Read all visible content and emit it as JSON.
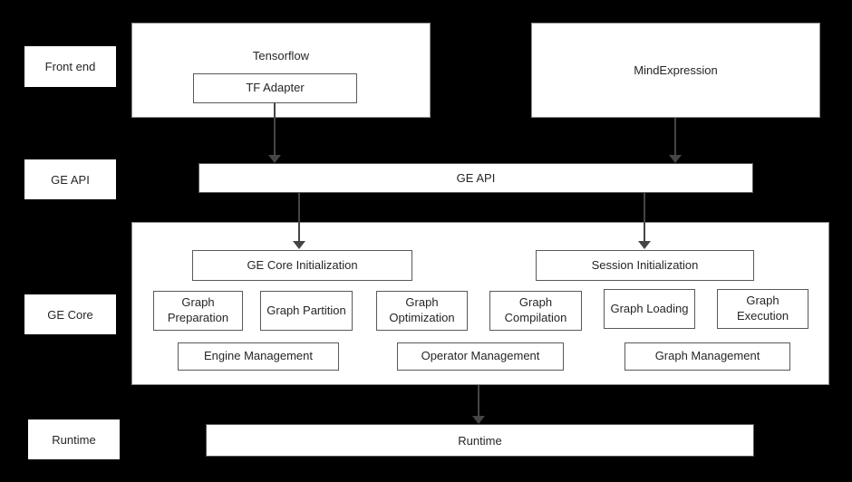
{
  "colors": {
    "background": "#000000",
    "box_fill": "#ffffff",
    "inner_border": "#595959",
    "text": "#262626",
    "arrow": "#454545"
  },
  "side_labels": {
    "front_end": "Front end",
    "ge_api": "GE API",
    "ge_core": "GE Core",
    "runtime": "Runtime"
  },
  "front_end": {
    "tensorflow_title": "Tensorflow",
    "tf_adapter": "TF Adapter",
    "mind_expression": "MindExpression"
  },
  "ge_api": {
    "label": "GE API"
  },
  "ge_core": {
    "initialization": [
      "GE Core Initialization",
      "Session Initialization"
    ],
    "modules": [
      "Graph Preparation",
      "Graph Partition",
      "Graph Optimization",
      "Graph Compilation",
      "Graph Loading",
      "Graph Execution"
    ],
    "management": [
      "Engine Management",
      "Operator Management",
      "Graph Management"
    ]
  },
  "runtime": {
    "label": "Runtime"
  }
}
